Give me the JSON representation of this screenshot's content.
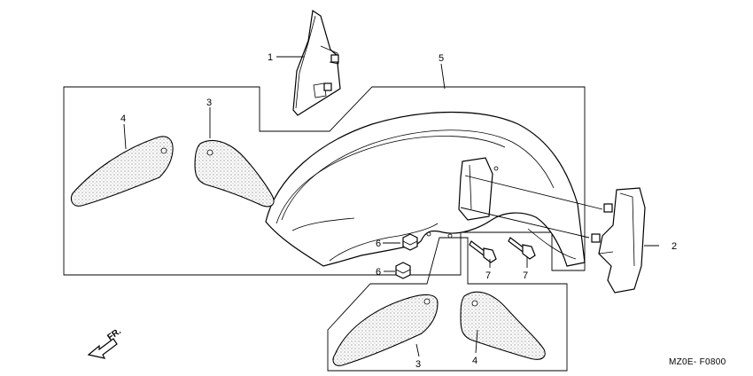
{
  "callouts": {
    "c1": "1",
    "c2": "2",
    "c3_top": "3",
    "c3_bottom": "3",
    "c4_top": "4",
    "c4_bottom": "4",
    "c5": "5",
    "c6_upper": "6",
    "c6_lower": "6",
    "c7_left": "7",
    "c7_right": "7"
  },
  "direction_label": "FR.",
  "diagram_code": "MZ0E- F0800",
  "colors": {
    "line": "#000000",
    "background": "#ffffff"
  }
}
